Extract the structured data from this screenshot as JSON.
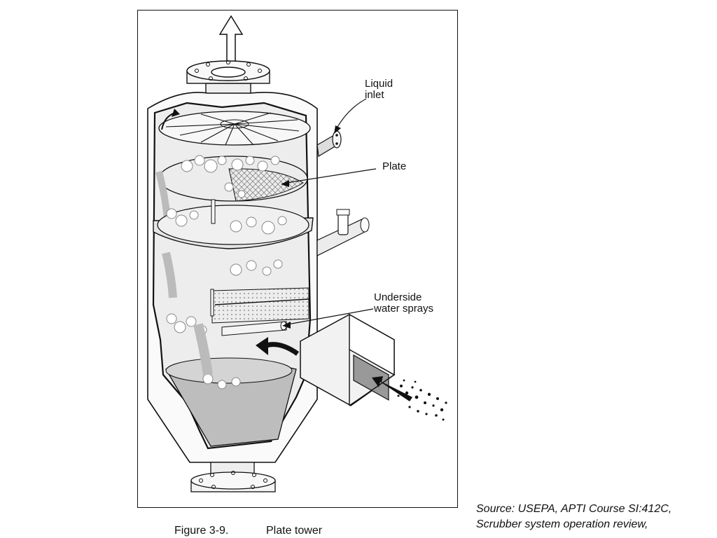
{
  "figure": {
    "callouts": {
      "liquid_inlet": "Liquid\ninlet",
      "plate": "Plate",
      "underside_sprays": "Underside\nwater sprays"
    },
    "caption_number": "Figure 3-9.",
    "caption_title": "Plate tower"
  },
  "source": {
    "line1": "Source: USEPA, APTI Course SI:412C,",
    "line2": "Scrubber system operation review,"
  }
}
